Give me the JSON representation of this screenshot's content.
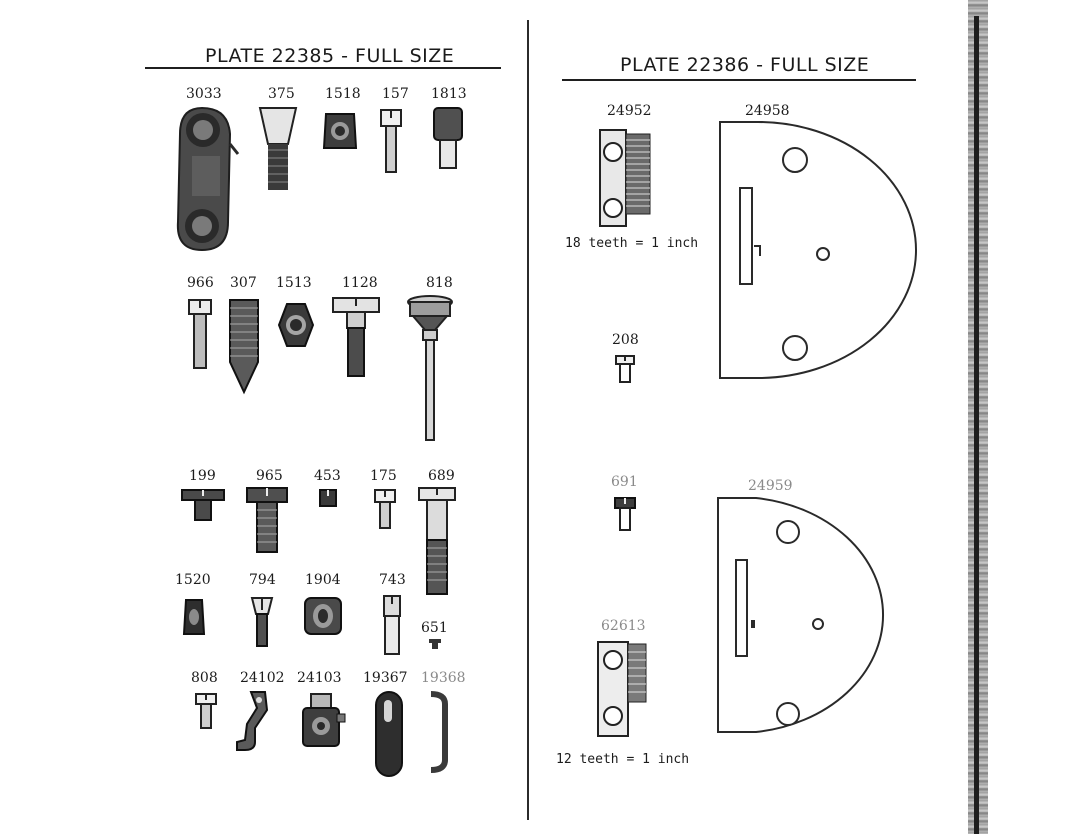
{
  "left_plate": {
    "title": "PLATE 22385 - FULL SIZE",
    "row1": [
      "3033",
      "375",
      "1518",
      "157",
      "1813"
    ],
    "row2": [
      "966",
      "307",
      "1513",
      "1128",
      "818"
    ],
    "row3": [
      "199",
      "965",
      "453",
      "175",
      "689"
    ],
    "row4": [
      "1520",
      "794",
      "1904",
      "743",
      "651"
    ],
    "row5": [
      "808",
      "24102",
      "24103",
      "19367",
      "19368"
    ]
  },
  "right_plate": {
    "title": "PLATE 22386 - FULL SIZE",
    "parts": {
      "feed_dog_top": "24952",
      "throat_plate_top": "24958",
      "screw_208": "208",
      "screw_691": "691",
      "throat_plate_bottom": "24959",
      "feed_dog_bottom": "62613"
    },
    "note_top": "18 teeth = 1 inch",
    "note_bottom": "12 teeth = 1 inch"
  }
}
